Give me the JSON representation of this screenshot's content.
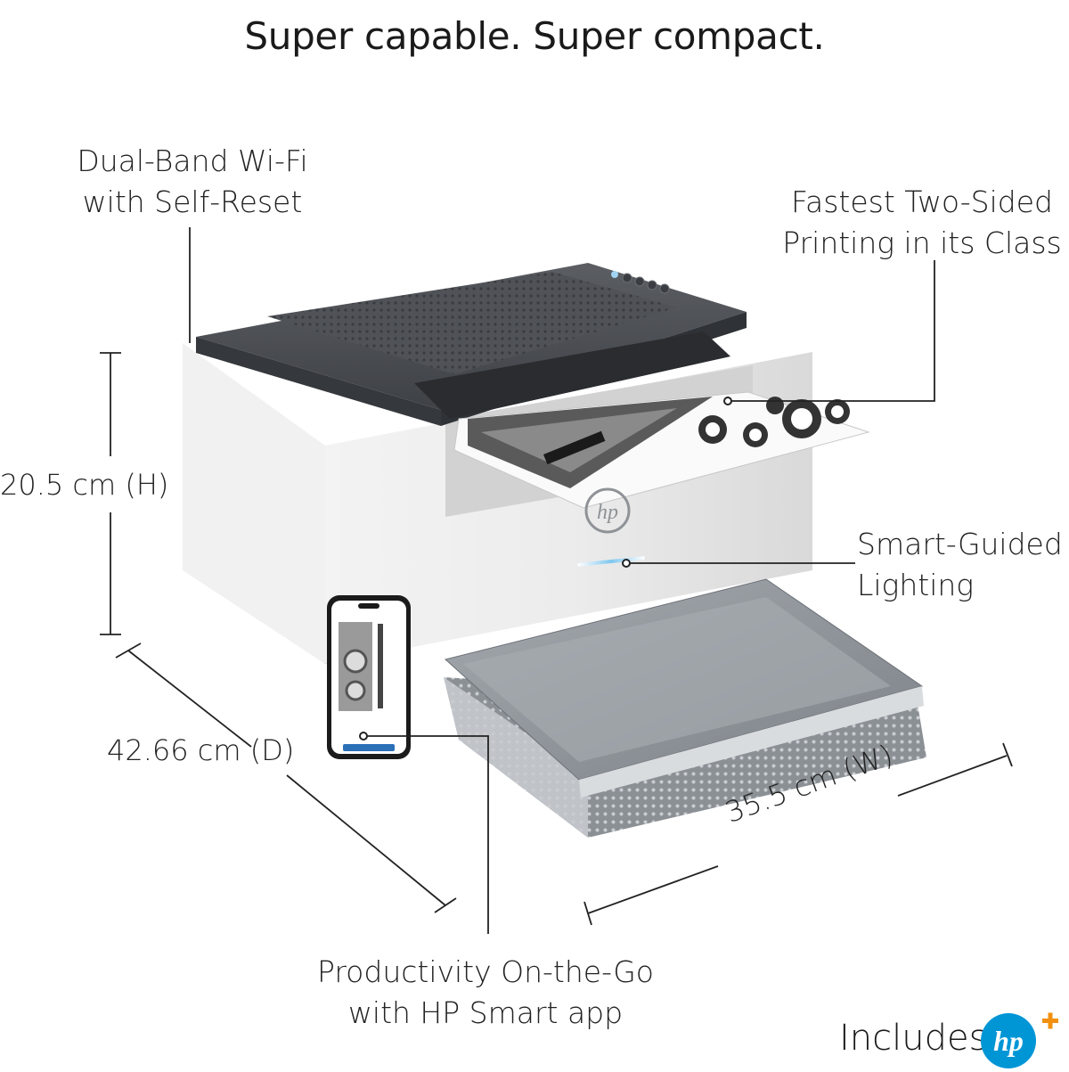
{
  "headline": "Super capable. Super compact.",
  "callouts": {
    "wifi": [
      "Dual-Band Wi-Fi",
      "with Self-Reset"
    ],
    "duplex": [
      "Fastest Two-Sided",
      "Printing in its Class"
    ],
    "lighting": [
      "Smart-Guided",
      "Lighting"
    ],
    "mobile": [
      "Productivity On-the-Go",
      "with HP Smart app"
    ]
  },
  "dimensions": {
    "height": "20.5 cm (H)",
    "depth": "42.66 cm (D)",
    "width": "35.5 cm (W)"
  },
  "includes_text": "Includes",
  "logos": {
    "printer_logo": "hp",
    "badge_logo": "hp"
  },
  "colors": {
    "printer_body": "#e9e9e9",
    "printer_top": "#4a4d52",
    "tray": "#8d9298",
    "hp_blue": "#0096d6",
    "hp_plus_orange": "#f29111",
    "light_bar": "#9fd4f2"
  },
  "icons": [
    "printer-image",
    "phone-image",
    "hp-plus-logo"
  ]
}
